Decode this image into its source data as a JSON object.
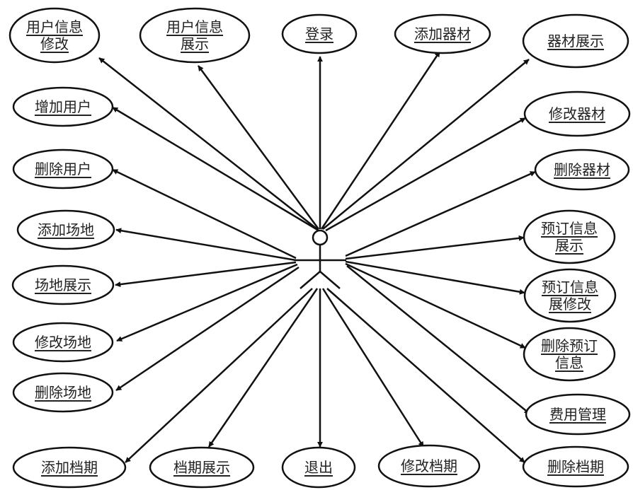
{
  "diagram": {
    "use_cases": [
      {
        "id": "uc1",
        "lines": [
          "用户信息",
          "修改"
        ]
      },
      {
        "id": "uc2",
        "lines": [
          "用户信息",
          "展示"
        ]
      },
      {
        "id": "uc3",
        "lines": [
          "登录"
        ]
      },
      {
        "id": "uc4",
        "lines": [
          "添加器材"
        ]
      },
      {
        "id": "uc5",
        "lines": [
          "器材展示"
        ]
      },
      {
        "id": "uc6",
        "lines": [
          "增加用户"
        ]
      },
      {
        "id": "uc7",
        "lines": [
          "修改器材"
        ]
      },
      {
        "id": "uc8",
        "lines": [
          "删除用户"
        ]
      },
      {
        "id": "uc9",
        "lines": [
          "删除器材"
        ]
      },
      {
        "id": "uc10",
        "lines": [
          "添加场地"
        ]
      },
      {
        "id": "uc11",
        "lines": [
          "预订信息",
          "展示"
        ]
      },
      {
        "id": "uc12",
        "lines": [
          "场地展示"
        ]
      },
      {
        "id": "uc13",
        "lines": [
          "预订信息",
          "展修改"
        ]
      },
      {
        "id": "uc14",
        "lines": [
          "修改场地"
        ]
      },
      {
        "id": "uc15",
        "lines": [
          "删除预订",
          "信息"
        ]
      },
      {
        "id": "uc16",
        "lines": [
          "删除场地"
        ]
      },
      {
        "id": "uc17",
        "lines": [
          "费用管理"
        ]
      },
      {
        "id": "uc18",
        "lines": [
          "添加档期"
        ]
      },
      {
        "id": "uc19",
        "lines": [
          "档期展示"
        ]
      },
      {
        "id": "uc20",
        "lines": [
          "退出"
        ]
      },
      {
        "id": "uc21",
        "lines": [
          "修改档期"
        ]
      },
      {
        "id": "uc22",
        "lines": [
          "删除档期"
        ]
      }
    ]
  }
}
